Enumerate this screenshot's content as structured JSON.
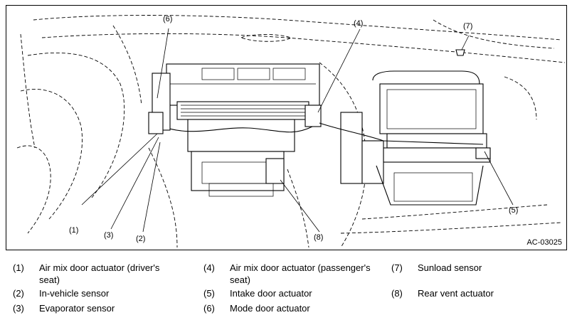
{
  "figure": {
    "code": "AC-03025",
    "callouts": [
      "(1)",
      "(2)",
      "(3)",
      "(4)",
      "(5)",
      "(6)",
      "(7)",
      "(8)"
    ]
  },
  "legend": [
    {
      "num": "(1)",
      "text": "Air mix door actuator (driver's seat)"
    },
    {
      "num": "(2)",
      "text": "In-vehicle sensor"
    },
    {
      "num": "(3)",
      "text": "Evaporator sensor"
    },
    {
      "num": "(4)",
      "text": "Air mix door actuator (passenger's seat)"
    },
    {
      "num": "(5)",
      "text": "Intake door actuator"
    },
    {
      "num": "(6)",
      "text": "Mode door actuator"
    },
    {
      "num": "(7)",
      "text": "Sunload sensor"
    },
    {
      "num": "(8)",
      "text": "Rear vent actuator"
    }
  ]
}
